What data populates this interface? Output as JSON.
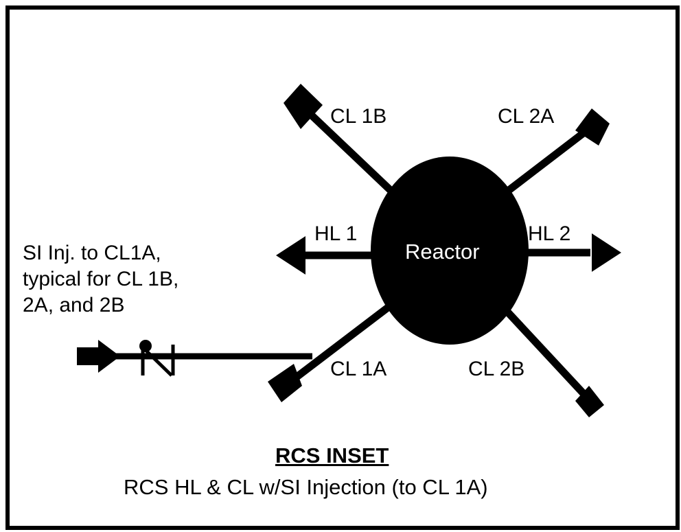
{
  "diagram": {
    "reactor_label": "Reactor",
    "legs": {
      "cl_1b": "CL 1B",
      "cl_2a": "CL 2A",
      "hl_1": "HL 1",
      "hl_2": "HL 2",
      "cl_1a": "CL 1A",
      "cl_2b": "CL 2B"
    },
    "note": "SI Inj. to CL1A,\ntypical for CL 1B,\n2A, and 2B",
    "title": "RCS INSET",
    "subtitle": "RCS HL & CL w/SI Injection (to CL 1A)"
  },
  "colors": {
    "line": "#000000",
    "reactor_fill": "#000000",
    "reactor_text": "#ffffff",
    "background": "#ffffff"
  }
}
